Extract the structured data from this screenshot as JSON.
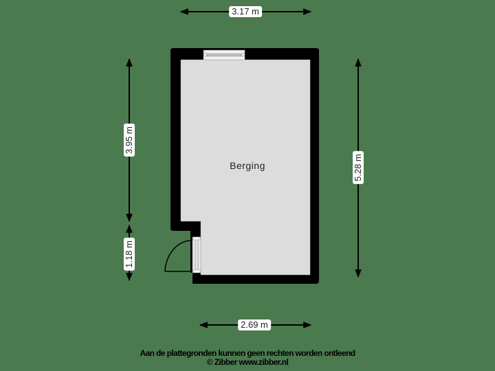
{
  "floorplan": {
    "room": {
      "name": "Berging"
    },
    "dimensions": {
      "top_width": "3.17 m",
      "bottom_width": "2.69 m",
      "left_upper_height": "3.95 m",
      "left_lower_height": "1.18 m",
      "right_height": "5.28 m"
    },
    "colors": {
      "background": "#4a7a4e",
      "wall": "#000000",
      "floor": "#dcdcdc",
      "label_bg": "#ffffff"
    }
  },
  "footer": {
    "disclaimer": "Aan de plattegronden kunnen geen rechten worden ontleend",
    "copyright": "© Zibber www.zibber.nl"
  }
}
